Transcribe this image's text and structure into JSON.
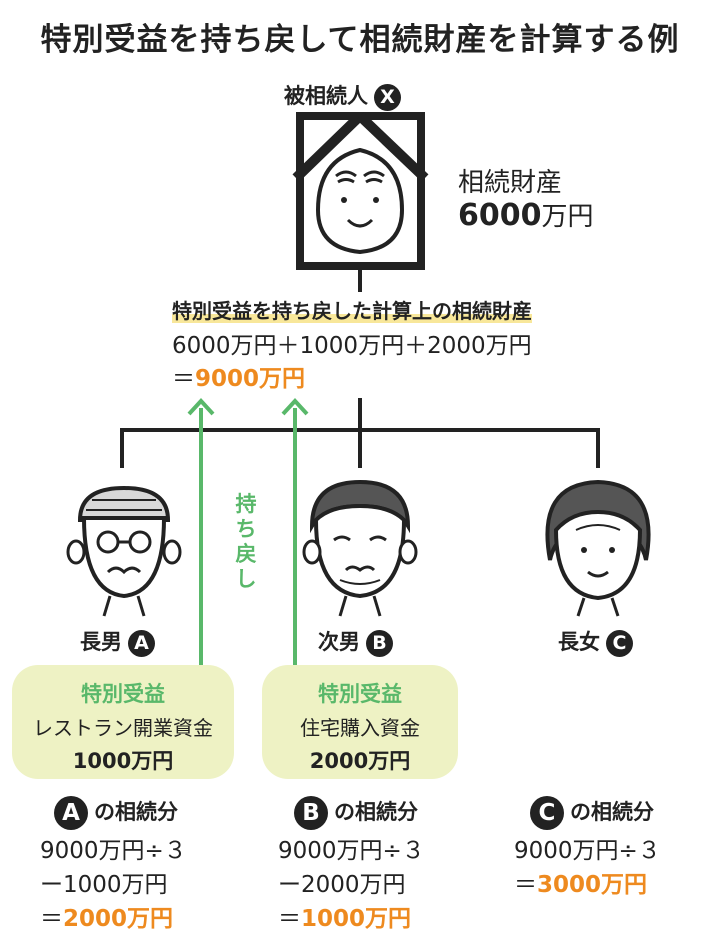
{
  "title": "特別受益を持ち戻して相続財産を計算する例",
  "decedent": {
    "label": "被相続人",
    "mark": "X"
  },
  "estate": {
    "label": "相続財産",
    "amount": "6000",
    "unit": "万円"
  },
  "calc_heading": "特別受益を持ち戻した計算上の相続財産",
  "calc_line1": "6000万円＋1000万円＋2000万円",
  "calc_line2": {
    "eq": "＝",
    "value": "9000万円"
  },
  "mochimodoshi": [
    "持",
    "ち",
    "戻",
    "し"
  ],
  "heirs": [
    {
      "name": "長男",
      "mark": "A",
      "gift": {
        "title": "特別受益",
        "purpose": "レストラン開業資金",
        "amount": "1000万円"
      },
      "share_label": "の相続分",
      "calc": [
        "9000万円÷３",
        "ー1000万円"
      ],
      "result": {
        "eq": "＝",
        "value": "2000万円"
      }
    },
    {
      "name": "次男",
      "mark": "B",
      "gift": {
        "title": "特別受益",
        "purpose": "住宅購入資金",
        "amount": "2000万円"
      },
      "share_label": "の相続分",
      "calc": [
        "9000万円÷３",
        "ー2000万円"
      ],
      "result": {
        "eq": "＝",
        "value": "1000万円"
      }
    },
    {
      "name": "長女",
      "mark": "C",
      "share_label": "の相続分",
      "calc": [
        "9000万円÷３"
      ],
      "result": {
        "eq": "＝",
        "value": "3000万円"
      }
    }
  ],
  "colors": {
    "accent": "#ee8a1f",
    "green": "#59b86a",
    "box": "#eef2c4",
    "highlight": "#f8e79a",
    "ink": "#222222"
  }
}
